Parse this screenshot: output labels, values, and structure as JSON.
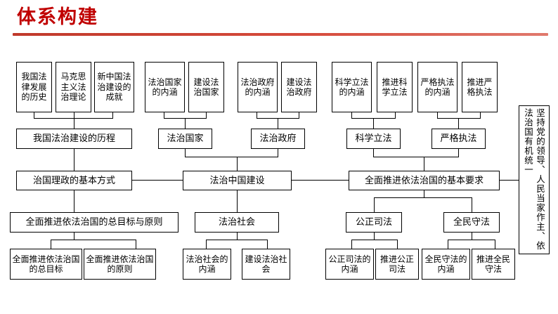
{
  "header": {
    "title": "体系构建",
    "accent_color": "#c00000"
  },
  "diagram": {
    "type": "tree-outline",
    "row_top": [
      {
        "id": "t1",
        "label": "我国法律发展的历史"
      },
      {
        "id": "t2",
        "label": "马克思主义法治理论"
      },
      {
        "id": "t3",
        "label": "新中国法治建设的成就"
      },
      {
        "id": "t4",
        "label": "法治国家的内涵"
      },
      {
        "id": "t5",
        "label": "建设法治国家"
      },
      {
        "id": "t6",
        "label": "法治政府的内涵"
      },
      {
        "id": "t7",
        "label": "建设法治政府"
      },
      {
        "id": "t8",
        "label": "科学立法的内涵"
      },
      {
        "id": "t9",
        "label": "推进科学立法"
      },
      {
        "id": "t10",
        "label": "严格执法的内涵"
      },
      {
        "id": "t11",
        "label": "推进严格执法"
      }
    ],
    "row_second": [
      {
        "id": "s1",
        "label": "我国法治建设的历程"
      },
      {
        "id": "s2",
        "label": "法治国家"
      },
      {
        "id": "s3",
        "label": "法治政府"
      },
      {
        "id": "s4",
        "label": "科学立法"
      },
      {
        "id": "s5",
        "label": "严格执法"
      }
    ],
    "row_third": [
      {
        "id": "m1",
        "label": "治国理政的基本方式"
      },
      {
        "id": "m2",
        "label": "法治中国建设"
      },
      {
        "id": "m3",
        "label": "全面推进依法治国的基本要求"
      }
    ],
    "row_fourth": [
      {
        "id": "f1",
        "label": "全面推进依法治国的总目标与原则"
      },
      {
        "id": "f2",
        "label": "法治社会"
      },
      {
        "id": "f3",
        "label": "公正司法"
      },
      {
        "id": "f4",
        "label": "全民守法"
      }
    ],
    "row_bottom": [
      {
        "id": "b1",
        "label": "全面推进依法治国的总目标"
      },
      {
        "id": "b2",
        "label": "全面推进依法治国的原则"
      },
      {
        "id": "b3",
        "label": "法治社会的内涵"
      },
      {
        "id": "b4",
        "label": "建设法治社会"
      },
      {
        "id": "b5",
        "label": "公正司法的内涵"
      },
      {
        "id": "b6",
        "label": "推进公正司法"
      },
      {
        "id": "b7",
        "label": "全民守法的内涵"
      },
      {
        "id": "b8",
        "label": "推进全民守法"
      }
    ],
    "side_vertical": {
      "id": "v1",
      "label": "坚持党的领导、人民当家作主、依法治国有机统一"
    }
  }
}
